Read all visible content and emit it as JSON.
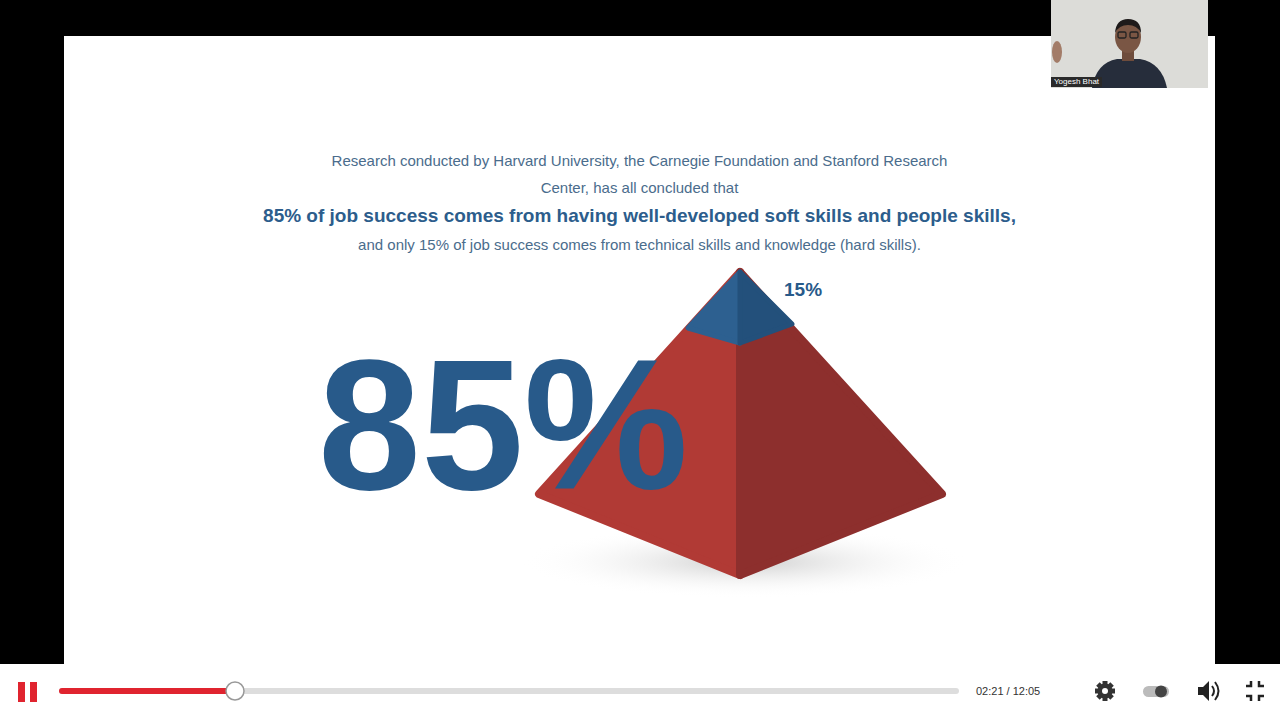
{
  "diagram": {
    "nodes": [
      {
        "text": [
          "Research conducted by Harvard University, the Carnegie Foundation and Stanford Research Center, has all concluded that",
          "85% of job success comes from having well-developed soft skills and people skills,",
          "and only 15% of job success comes from technical skills and knowledge (hard skills)."
        ]
      },
      {
        "text": [
          "Yogesh Bhat"
        ]
      }
    ],
    "labels": [
      "85%",
      "15%",
      "02:21 / 12:05"
    ]
  }
}
